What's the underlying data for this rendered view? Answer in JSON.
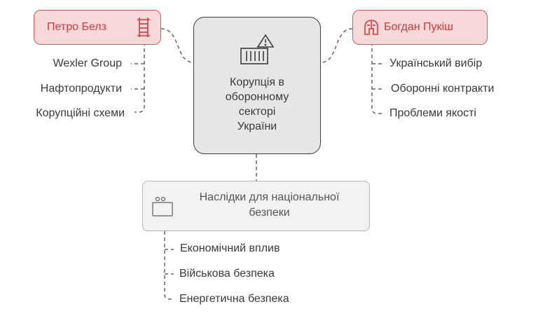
{
  "center": {
    "title": "Корупція в\nоборонному\nсекторі\nУкраїни",
    "icon": "warning-box-icon"
  },
  "left_person": {
    "name": "Петро Белз",
    "icon": "ladder-icon",
    "items": [
      "Wexler Group",
      "Нафтопродукти",
      "Корупційні схеми"
    ]
  },
  "right_person": {
    "name": "Богдан Пукіш",
    "icon": "helmet-icon",
    "items": [
      "Український вибір",
      "Оборонні контракти",
      "Проблеми якості"
    ]
  },
  "consequences": {
    "title": "Наслідки для національної\nбезпеки",
    "icon": "toaster-icon",
    "items": [
      "Економічний вплив",
      "Військова безпека",
      "Енергетична безпека"
    ]
  },
  "colors": {
    "person_fill": "#f8d9d9",
    "person_border": "#d9595b",
    "person_text": "#d2383d",
    "center_fill": "#e6e6e6",
    "center_border": "#3d3d3d",
    "consequence_fill": "#f2f2f2",
    "consequence_border": "#b8b8b8",
    "connector": "#666666"
  }
}
